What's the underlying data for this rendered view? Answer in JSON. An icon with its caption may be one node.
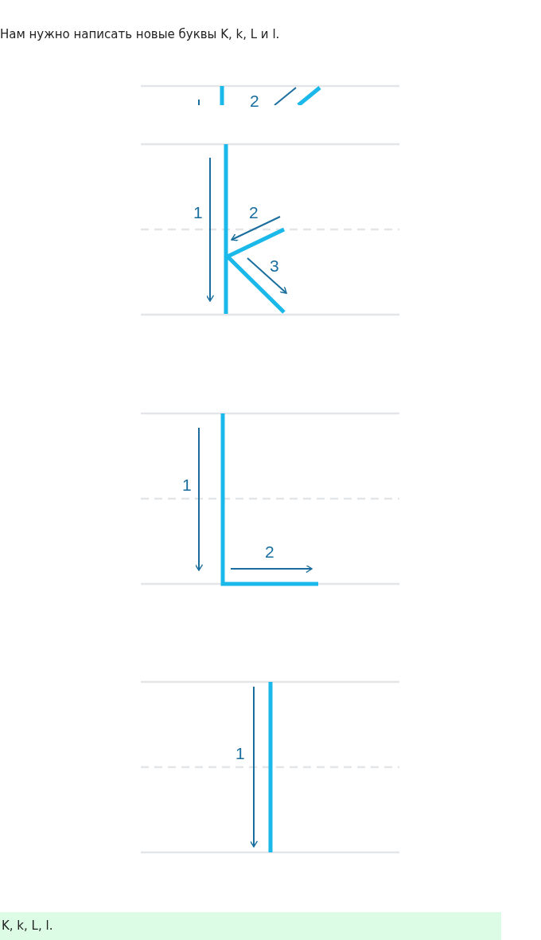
{
  "diagram": {
    "labels": [
      "Нам нужно написать новые буквы K, k, L и l.",
      "2",
      "1",
      "2",
      "3",
      "1",
      "2",
      "1",
      "K, k, L, l."
    ]
  }
}
